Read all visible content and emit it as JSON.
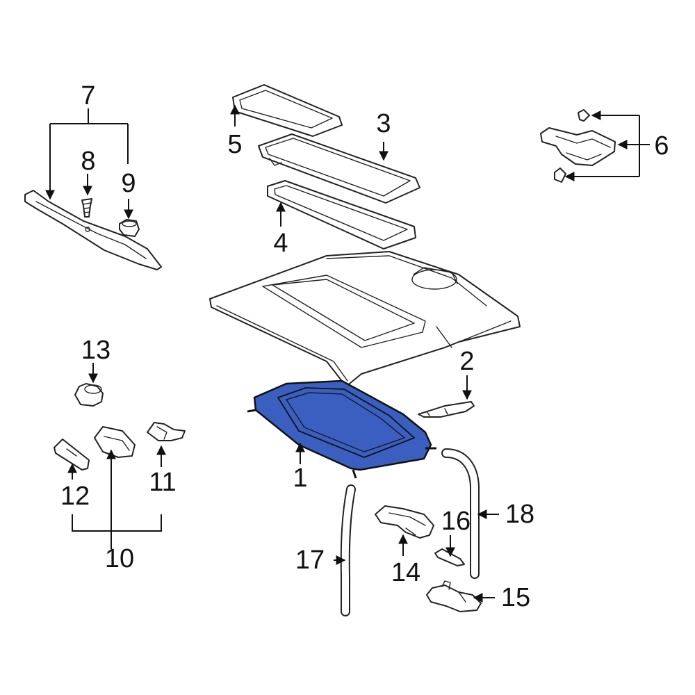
{
  "callouts": {
    "c1": "1",
    "c2": "2",
    "c3": "3",
    "c4": "4",
    "c5": "5",
    "c6": "6",
    "c7": "7",
    "c8": "8",
    "c9": "9",
    "c10": "10",
    "c11": "11",
    "c12": "12",
    "c13": "13",
    "c14": "14",
    "c15": "15",
    "c16": "16",
    "c17": "17",
    "c18": "18"
  },
  "colors": {
    "highlight": "#3a5fc0",
    "line": "#222222",
    "background": "#ffffff"
  }
}
